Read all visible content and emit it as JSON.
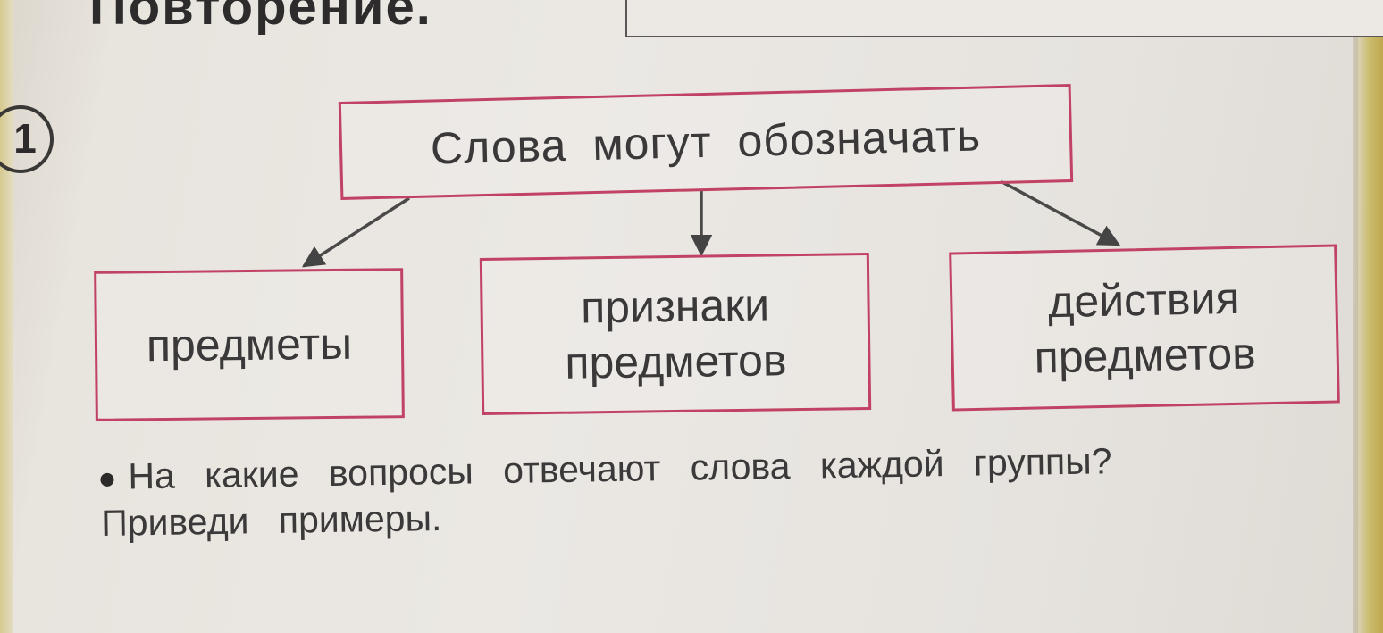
{
  "heading": "Повторение.",
  "exercise_number": "1",
  "diagram": {
    "root": "Слова могут обозначать",
    "children": [
      "предметы",
      "признаки\nпредметов",
      "действия\nпредметов"
    ]
  },
  "question": {
    "line1": "На какие вопросы отвечают слова каждой группы?",
    "line2": "Приведи примеры."
  },
  "colors": {
    "box_border": "#c14264",
    "text": "#3a3838"
  }
}
